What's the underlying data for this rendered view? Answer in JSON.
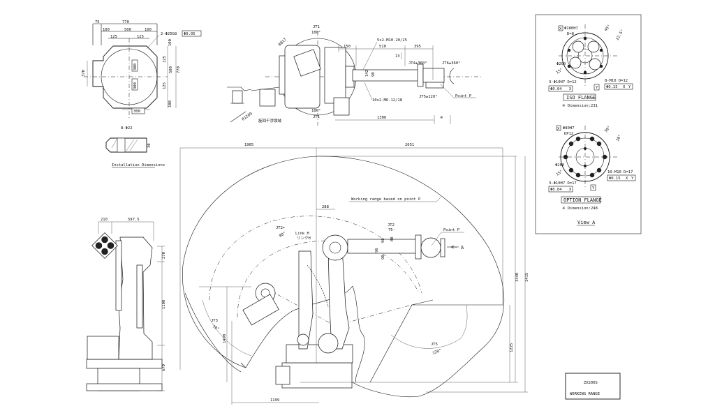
{
  "title_block": {
    "model": "ZX200S",
    "title": "WORKING RANGE"
  },
  "base_plan": {
    "dims": [
      "75",
      "770",
      "100",
      "500",
      "100",
      "125",
      "125",
      "370",
      "100",
      "125",
      "500",
      "770",
      "125",
      "100",
      "300",
      "300",
      "300"
    ],
    "hole_note": "2-Φ25G8",
    "tolerance": "Φ0.05",
    "section_note": "8-Φ22",
    "section_depth": "30",
    "caption": "Installation Dimensions"
  },
  "top_view": {
    "jt1_top": "JT1",
    "jt1_top_angle": "180°",
    "jt1_bottom": "JT1",
    "jt1_bottom_angle": "180°",
    "r817": "R817",
    "r1269": "R1269",
    "interference": "旋回干渉領域",
    "bolt_note_1": "5x2-M10-20/25",
    "bolt_note_2": "10x2-M6-12/18",
    "dims": [
      "150",
      "510",
      "395",
      "13",
      "142",
      "90",
      "1300",
      "※"
    ],
    "jt4": "JT4±360°",
    "jt6": "JT6±360°",
    "jt5": "JT5±120°",
    "point_p": "Point P"
  },
  "view_a": {
    "iso": {
      "bore": "Φ180H7",
      "bore_depth": "D=8",
      "datum_x": "X",
      "pcd": "Φ200",
      "pin_note": "3-Φ10H7 D=12",
      "pin_tol": "Φ0.04",
      "pin_tol_ref": "X",
      "tap_note": "8-M10 D=12",
      "tap_tol": "Φ0.15",
      "tap_ref_x": "X",
      "tap_ref_y": "Y",
      "datum_y": "Y",
      "angles": [
        "45°",
        "22.5°",
        "15°"
      ],
      "caption": "ISO FLANGE",
      "dim_note": "※ Dimension:231"
    },
    "option": {
      "bore": "Φ80H7",
      "bore_depth": "DP12",
      "datum_x": "X",
      "pcd": "Φ260",
      "pin_note": "3-Φ10H7 D=17",
      "pin_tol": "Φ0.04",
      "pin_tol_ref": "X",
      "tap_note": "10-M10 D=17",
      "tap_tol": "Φ0.15",
      "tap_ref_x": "X",
      "tap_ref_y": "Y",
      "datum_y": "Y",
      "angles": [
        "36°",
        "18°",
        "15°"
      ],
      "caption": "OPTION FLANGE",
      "dim_note": "※ Dimension:248"
    },
    "caption": "View A"
  },
  "side_view": {
    "dims": [
      "210",
      "597.5",
      "270",
      "1100",
      "670"
    ]
  },
  "main_view": {
    "dim_left": "1965",
    "dim_right": "2651",
    "working_range_note": "Working range based on point P",
    "dim_288": "288",
    "jt2_plus": "JT2+",
    "jt2_plus_angle": "80°",
    "link_h": "Link H",
    "link_h_jp": "リンクH",
    "jt2_minus": "JT2",
    "jt2_minus_angle": "75-",
    "point_p": "Point P",
    "view_arrow": "A",
    "arm_dims": [
      "90",
      "80",
      "96",
      "90"
    ],
    "jt3": "JT3",
    "jt3_angle": "70°",
    "jt5": "JT5",
    "jt5_angle": "120°",
    "dim_3340": "3340",
    "dim_3415": "3415",
    "dim_1225": "1225",
    "dim_1490": "1490",
    "dim_1199": "1199"
  }
}
